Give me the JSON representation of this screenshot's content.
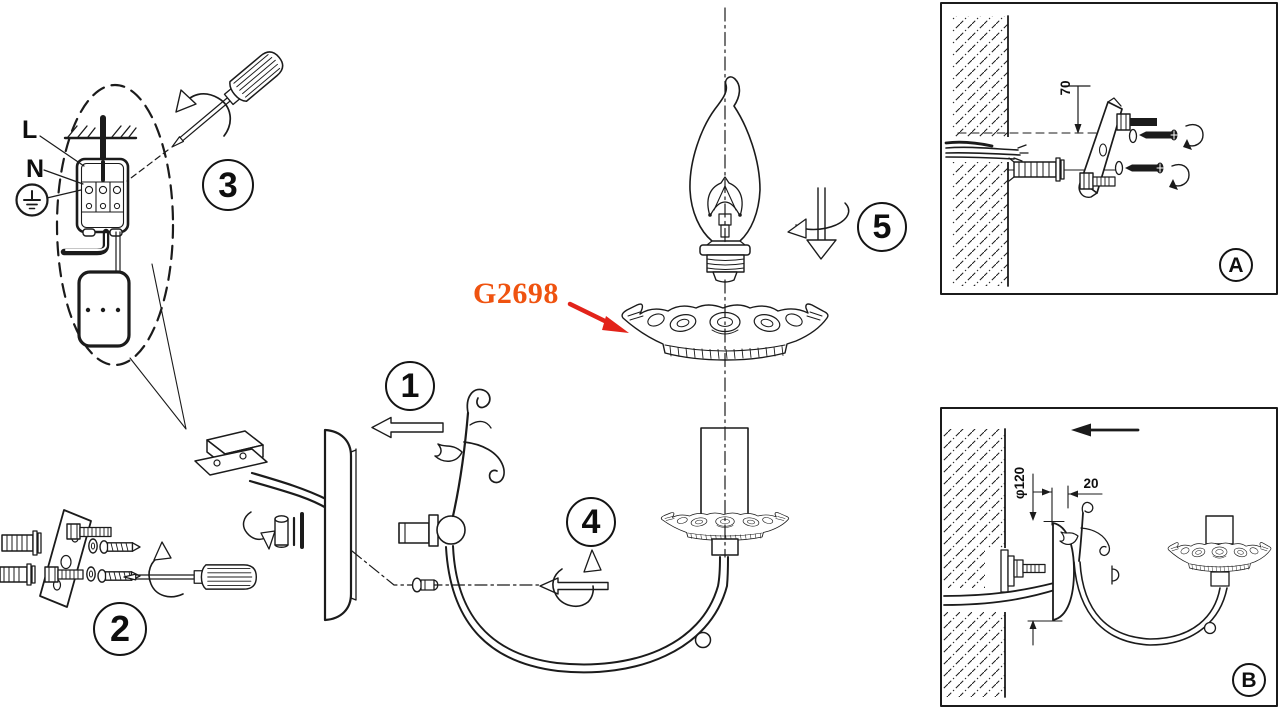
{
  "diagram": {
    "background": "#ffffff",
    "line_color": "#1b1b1b"
  },
  "wiring": {
    "live": "L",
    "neutral": "N",
    "earth_icon": "earth-ground-icon"
  },
  "part_callout": {
    "code": "G2698",
    "color": "#ef5310",
    "arrow_color": "#e2231a"
  },
  "steps": [
    {
      "number": "1"
    },
    {
      "number": "2"
    },
    {
      "number": "3"
    },
    {
      "number": "4"
    },
    {
      "number": "5"
    }
  ],
  "insets": [
    {
      "letter": "A",
      "dimension_height": "70"
    },
    {
      "letter": "B",
      "dimension_diameter": "φ120",
      "dimension_offset": "20"
    }
  ]
}
